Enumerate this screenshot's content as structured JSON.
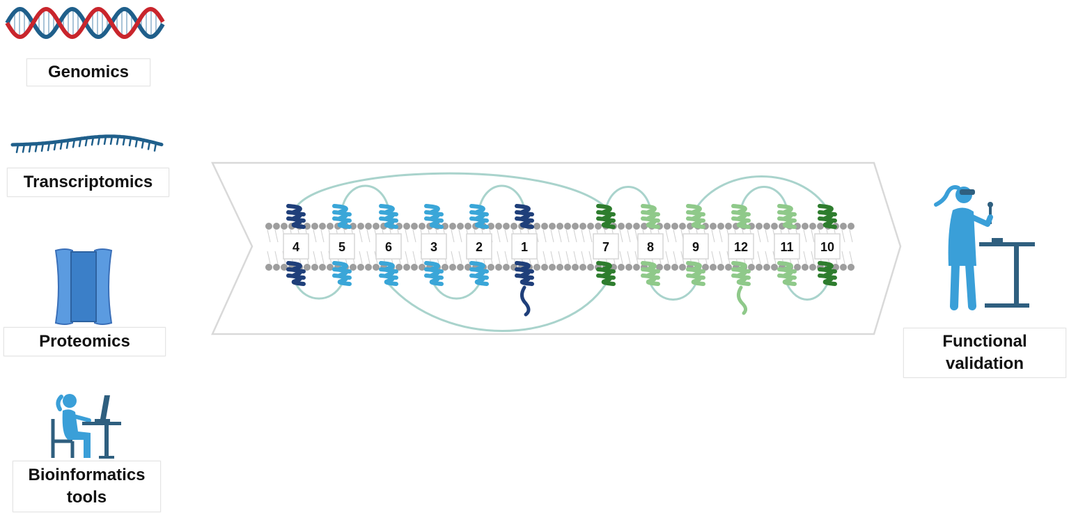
{
  "omics": [
    {
      "id": "genomics",
      "label": "Genomics",
      "icon": "dna-double-helix-icon"
    },
    {
      "id": "transcriptomics",
      "label": "Transcriptomics",
      "icon": "rna-strand-icon"
    },
    {
      "id": "proteomics",
      "label": "Proteomics",
      "icon": "membrane-protein-icon"
    },
    {
      "id": "bioinformatics",
      "label": "Bioinformatics\ntools",
      "icon": "scientist-at-computer-icon"
    }
  ],
  "helices": [
    {
      "number": "4",
      "color": "#1f3f7a"
    },
    {
      "number": "5",
      "color": "#3aa6d8"
    },
    {
      "number": "6",
      "color": "#3aa6d8"
    },
    {
      "number": "3",
      "color": "#3aa6d8"
    },
    {
      "number": "2",
      "color": "#3aa6d8"
    },
    {
      "number": "1",
      "color": "#1f3f7a"
    },
    {
      "number": "7",
      "color": "#2e7d2e"
    },
    {
      "number": "8",
      "color": "#8fc98a"
    },
    {
      "number": "9",
      "color": "#8fc98a"
    },
    {
      "number": "12",
      "color": "#8fc98a"
    },
    {
      "number": "11",
      "color": "#8fc98a"
    },
    {
      "number": "10",
      "color": "#2e7d2e"
    }
  ],
  "colors": {
    "dna_red": "#c9252c",
    "dna_blue": "#1f5f8b",
    "loop": "#a9d3cc",
    "lipid": "#9e9e9e",
    "person": "#3a9fd8",
    "furniture": "#2f5f7f"
  },
  "validation": {
    "label": "Functional\nvalidation",
    "icon": "scientist-with-pipette-icon"
  }
}
